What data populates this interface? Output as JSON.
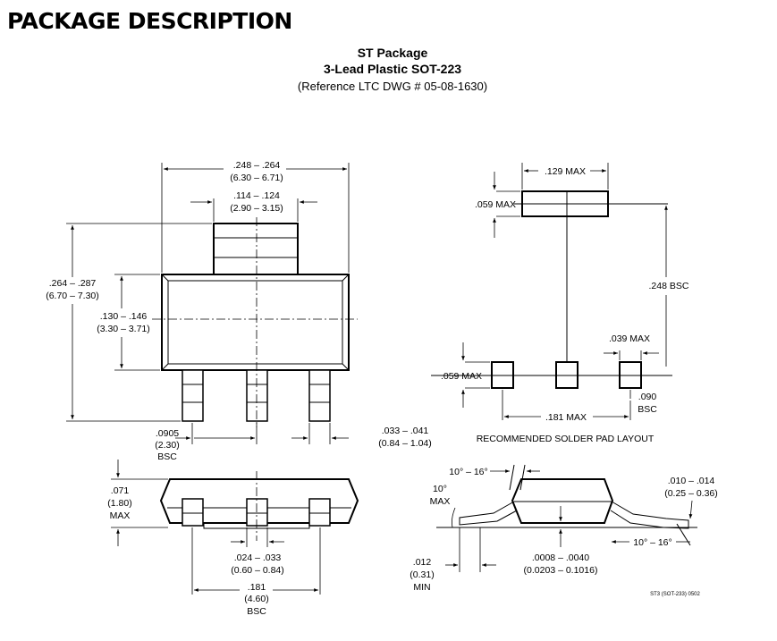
{
  "header": "PACKAGE DESCRIPTION",
  "title": {
    "line1": "ST Package",
    "line2": "3-Lead Plastic SOT-223",
    "line3": "(Reference LTC DWG # 05-08-1630)"
  },
  "top_view": {
    "width": [
      ".248 – .264",
      "(6.30 – 6.71)"
    ],
    "tab_width": [
      ".114 – .124",
      "(2.90 – 3.15)"
    ],
    "height": [
      ".264 – .287",
      "(6.70 – 7.30)"
    ],
    "body_height": [
      ".130 – .146",
      "(3.30 – 3.71)"
    ],
    "pitch": [
      ".0905",
      "(2.30)",
      "BSC"
    ],
    "lead_width": [
      ".033 – .041",
      "(0.84 – 1.04)"
    ]
  },
  "pad_layout": {
    "tab_pad_width": ".129 MAX",
    "tab_pad_height": ".059 MAX",
    "center_distance": ".248 BSC",
    "pad_width": ".039 MAX",
    "pad_height": ".059 MAX",
    "pad_pitch": [
      ".090",
      "BSC"
    ],
    "span": ".181 MAX",
    "caption": "RECOMMENDED SOLDER PAD LAYOUT"
  },
  "front_view": {
    "thickness": [
      ".071",
      "(1.80)",
      "MAX"
    ],
    "lead_width": [
      ".024 – .033",
      "(0.60 – 0.84)"
    ],
    "span": [
      ".181",
      "(4.60)",
      "BSC"
    ]
  },
  "side_view": {
    "angle_top": "10° – 16°",
    "angle_left": [
      "10°",
      "MAX"
    ],
    "lead_thickness": [
      ".010 – .014",
      "(0.25 – 0.36)"
    ],
    "angle_right": "10° – 16°",
    "standoff": [
      ".0008 – .0040",
      "(0.0203 – 0.1016)"
    ],
    "foot": [
      ".012",
      "(0.31)",
      "MIN"
    ]
  },
  "drawing_id": "ST3 (SOT-233) 0502"
}
